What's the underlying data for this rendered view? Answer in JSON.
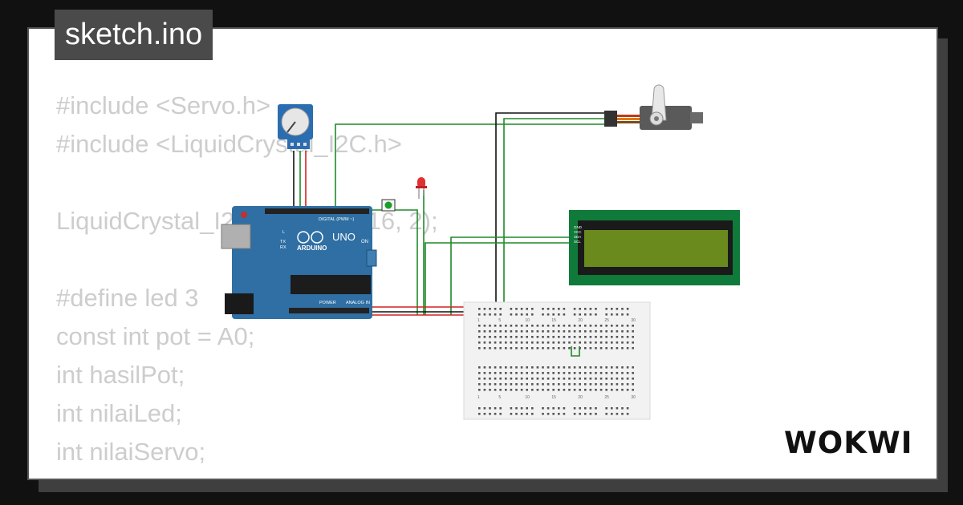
{
  "title": "sketch.ino",
  "code_lines": [
    "#include <Servo.h>",
    "#include <LiquidCrystal_I2C.h>",
    "",
    "LiquidCrystal_I2C lcd(0x27, 16, 2);",
    "",
    "#define led 3",
    "const int pot = A0;",
    "int hasilPot;",
    "int nilaiLed;",
    "int nilaiServo;"
  ],
  "logo": "WOKWI",
  "arduino": {
    "brand": "ARDUINO",
    "model": "UNO",
    "digital_label": "DIGITAL (PWM ~)",
    "power_label": "POWER",
    "analog_label": "ANALOG IN",
    "on_label": "ON",
    "tx_label": "TX",
    "rx_label": "RX",
    "l_label": "L"
  },
  "lcd": {
    "pins": [
      "GND",
      "VCC",
      "SDA",
      "SCL"
    ]
  },
  "breadboard": {
    "columns": [
      "1",
      "5",
      "10",
      "15",
      "20",
      "25",
      "30"
    ]
  },
  "colors": {
    "background": "#111111",
    "card": "#ffffff",
    "title_bg": "#4a4a4a",
    "code_text": "#cdcdcd",
    "wire_green": "#1f8a2a",
    "wire_red": "#d42020",
    "wire_black": "#111111",
    "arduino_board": "#2f6fa3",
    "lcd_board": "#0f7a3a",
    "lcd_screen": "#6b8a1e",
    "potentiometer": "#2a6db0"
  }
}
